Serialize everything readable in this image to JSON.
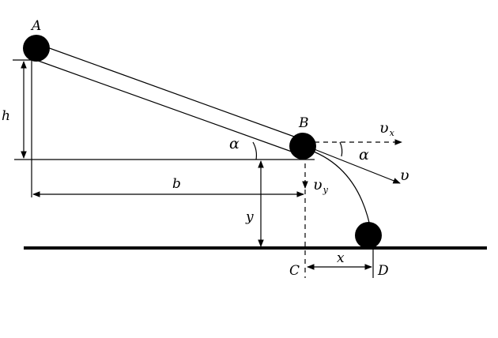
{
  "labels": {
    "A": "A",
    "B": "B",
    "C": "C",
    "D": "D",
    "h": "h",
    "b": "b",
    "y": "y",
    "x": "x",
    "alpha_left": "α",
    "alpha_right": "α",
    "v": "υ",
    "vx_main": "υ",
    "vx_sub": "x",
    "vy_main": "υ",
    "vy_sub": "y"
  },
  "colors": {
    "ink": "#000000",
    "background": "#ffffff"
  }
}
